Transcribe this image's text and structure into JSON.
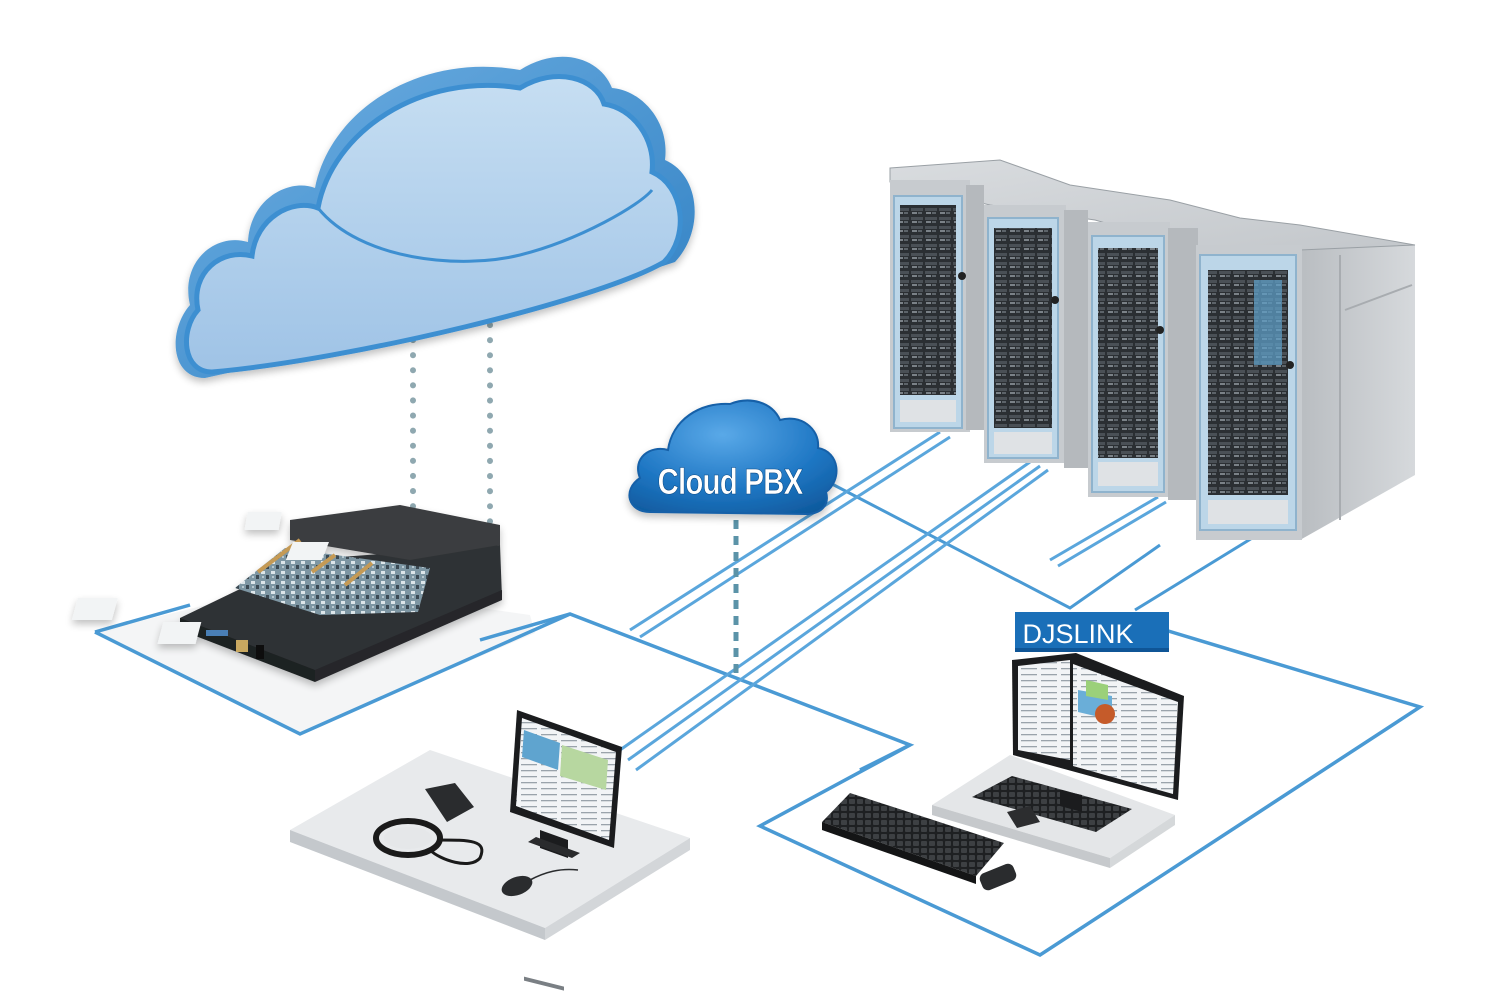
{
  "diagram": {
    "type": "network-topology",
    "colors": {
      "link": "#4a9ad4",
      "link_dark": "#3b86c4",
      "cloud_fill": "#a9cdec",
      "cloud_edge": "#3d8fd1",
      "pbx_fill": "#1f77c4",
      "djslink_bg": "#1a6fb8",
      "dotted": "#8fa8b0",
      "rack_body": "#c9cdd1",
      "rack_frame": "#b7d3e6",
      "device_dark": "#2f3134",
      "platform": "#e6e8ea"
    },
    "nodes": [
      {
        "id": "internet-cloud",
        "kind": "cloud",
        "label": ""
      },
      {
        "id": "cloud-pbx",
        "kind": "cloud-badge",
        "label": "Cloud PBX"
      },
      {
        "id": "server-racks",
        "kind": "server-rack-group",
        "count": 4,
        "label": ""
      },
      {
        "id": "gateway-device",
        "kind": "telephony-gateway",
        "label": ""
      },
      {
        "id": "operator-station",
        "kind": "workstation",
        "label": ""
      },
      {
        "id": "djslink-station",
        "kind": "workstation",
        "label": "DJSLINK"
      }
    ],
    "edges": [
      {
        "from": "internet-cloud",
        "to": "gateway-device",
        "style": "dotted"
      },
      {
        "from": "cloud-pbx",
        "to": "operator-station",
        "style": "dashed"
      },
      {
        "from": "cloud-pbx",
        "to": "server-racks",
        "style": "solid"
      },
      {
        "from": "server-racks",
        "to": "operator-station",
        "style": "double"
      },
      {
        "from": "server-racks",
        "to": "gateway-device",
        "style": "double"
      },
      {
        "from": "server-racks",
        "to": "djslink-station",
        "style": "solid"
      }
    ]
  },
  "labels": {
    "cloud_pbx": "Cloud PBX",
    "djslink": "DJSLINK"
  }
}
